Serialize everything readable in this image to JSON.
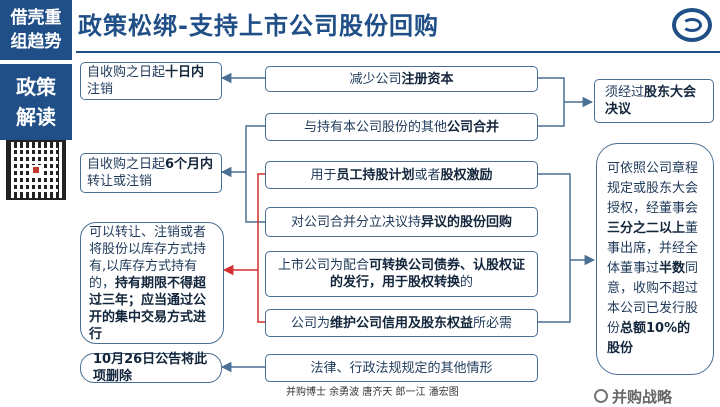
{
  "header": {
    "tag_line1": "借壳重",
    "tag_line2": "组趋势",
    "title": "政策松绑-支持上市公司股份回购",
    "logo_icon": "swirl-logo-icon"
  },
  "sidebar": {
    "line1": "政策",
    "line2": "解读",
    "qr_icon": "qr-code-icon"
  },
  "center_boxes": [
    {
      "pre": "减少公司",
      "bold": "注册资本",
      "post": ""
    },
    {
      "pre": "与持有本公司股份的其他",
      "bold": "公司合并",
      "post": ""
    },
    {
      "pre": "用于",
      "bold": "员工持股计划",
      "mid": "或者",
      "bold2": "股权激励",
      "post": ""
    },
    {
      "pre": "对公司合并分立决议持",
      "bold": "异议的股份回购",
      "post": ""
    },
    {
      "pre": "上市公司为配合",
      "bold": "可转换公司债券、认股权证的发行，用于股权转换",
      "post": "的"
    },
    {
      "pre": "公司为",
      "bold": "维护公司信用及股东权益",
      "post": "所必需"
    },
    {
      "pre": "法律、行政法规规定的其他情形",
      "bold": "",
      "post": ""
    }
  ],
  "left_boxes": {
    "b1_pre": "自收购之日起",
    "b1_bold": "十日内",
    "b1_post": "注销",
    "b2_pre": "自收购之日起",
    "b2_bold": "6个月内",
    "b2_post": "转让或注销",
    "b3_pre": "可以转让、注销或者将股份以库存方式持有,以库存方式持有的，",
    "b3_bold": "持有期限不得超过三年；应当通过公开的集中交易方式进行",
    "b4": "10月26日公告将此项删除"
  },
  "right_boxes": {
    "r1_pre": "须经过",
    "r1_bold": "股东大会决议",
    "r2_pre": "可依照公司章程规定或股东大会授权，经董事会",
    "r2_bold1": "三分之二以上",
    "r2_mid": "董事出席，并经全体董事过",
    "r2_bold2": "半数",
    "r2_mid2": "同意，收购不超过本公司已发行股份",
    "r2_bold3": "总额10%的股份"
  },
  "footer": {
    "credits": "并购博士 余勇波 唐齐天 郎一江 潘宏图",
    "watermark": "并购战略",
    "corner_logo": "并购战略"
  },
  "colors": {
    "brand_blue": "#1f4f86",
    "box_border": "#4a6f94",
    "red_line": "#d32f2f"
  }
}
